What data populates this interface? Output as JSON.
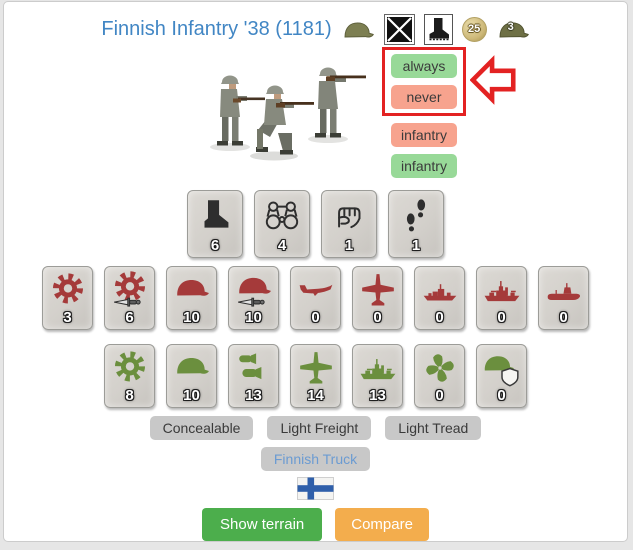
{
  "header": {
    "title": "Finnish Infantry '38 (1181)",
    "coin_badge": "25",
    "helmet_badge": "3"
  },
  "toggles": [
    {
      "label": "always",
      "color": "green"
    },
    {
      "label": "never",
      "color": "red"
    },
    {
      "label": "infantry",
      "color": "red"
    },
    {
      "label": "infantry",
      "color": "green"
    }
  ],
  "annotation": {
    "highlighted_toggles": [
      "always",
      "never"
    ],
    "arrow_direction": "left"
  },
  "stat_rows": [
    {
      "cards": [
        {
          "icon": "boot-icon",
          "value": "6",
          "tint": "dark"
        },
        {
          "icon": "binoculars-icon",
          "value": "4",
          "tint": "dark"
        },
        {
          "icon": "fist-icon",
          "value": "1",
          "tint": "dark"
        },
        {
          "icon": "footprints-icon",
          "value": "1",
          "tint": "dark"
        }
      ]
    },
    {
      "cards": [
        {
          "icon": "gear-icon",
          "value": "3",
          "tint": "red"
        },
        {
          "icon": "gear-attack-icon",
          "value": "6",
          "tint": "red"
        },
        {
          "icon": "helmet-icon",
          "value": "10",
          "tint": "red"
        },
        {
          "icon": "helmet-attack-icon",
          "value": "10",
          "tint": "red"
        },
        {
          "icon": "plane-side-icon",
          "value": "0",
          "tint": "red"
        },
        {
          "icon": "plane-icon",
          "value": "0",
          "tint": "red"
        },
        {
          "icon": "destroyer-icon",
          "value": "0",
          "tint": "red"
        },
        {
          "icon": "battleship-icon",
          "value": "0",
          "tint": "red"
        },
        {
          "icon": "submarine-icon",
          "value": "0",
          "tint": "red"
        }
      ]
    },
    {
      "cards": [
        {
          "icon": "gear-icon",
          "value": "8",
          "tint": "green"
        },
        {
          "icon": "helmet-icon",
          "value": "10",
          "tint": "green"
        },
        {
          "icon": "bombs-icon",
          "value": "13",
          "tint": "green"
        },
        {
          "icon": "plane-icon",
          "value": "14",
          "tint": "green"
        },
        {
          "icon": "battleship-icon",
          "value": "13",
          "tint": "green"
        },
        {
          "icon": "propeller-icon",
          "value": "0",
          "tint": "green"
        },
        {
          "icon": "helmet-shield-icon",
          "value": "0",
          "tint": "green"
        }
      ]
    }
  ],
  "tags": [
    "Concealable",
    "Light Freight",
    "Light Tread"
  ],
  "transport_label": "Finnish Truck",
  "flag": "finland",
  "actions": {
    "show_terrain": "Show terrain",
    "compare": "Compare"
  },
  "colors": {
    "title": "#4186c4",
    "green": "#98d998",
    "salmon": "#f7a38e",
    "red": "#e32222",
    "tagbg": "#c8c8c8",
    "truck": "#6b9bd2",
    "btngreen": "#4cae4c",
    "btnorange": "#f3ad4d",
    "icon_tints": {
      "red": "#a53a3a",
      "green": "#6b8f3e",
      "dark": "#2e2e2e"
    }
  }
}
